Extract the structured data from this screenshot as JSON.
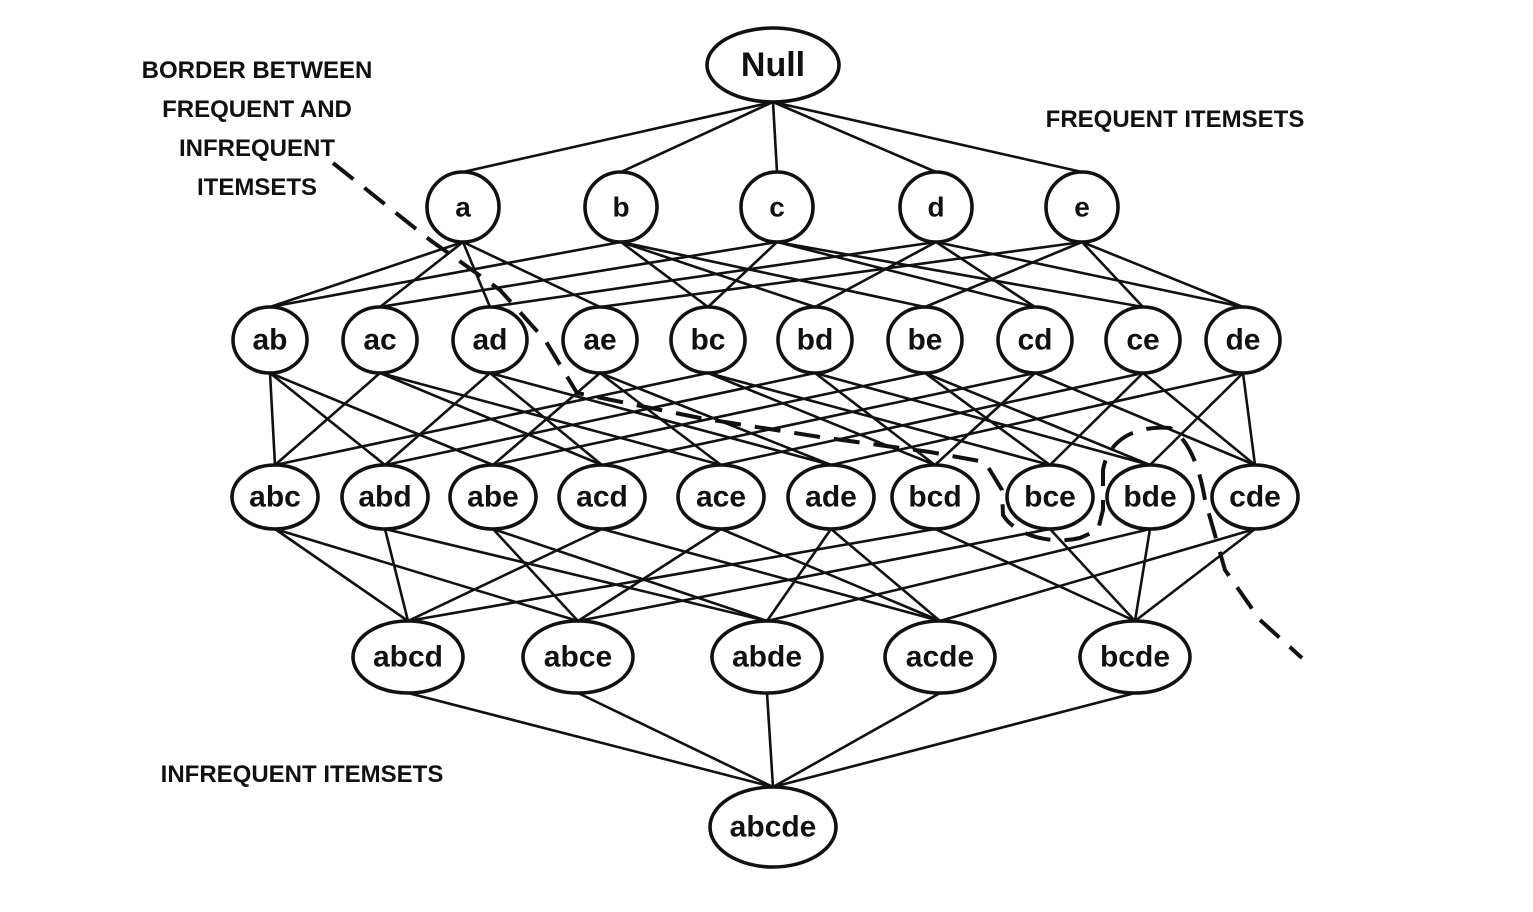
{
  "diagram": {
    "title": "Itemset lattice",
    "annotations": {
      "border_lines": [
        "BORDER BETWEEN",
        "FREQUENT AND",
        "INFREQUENT",
        "ITEMSETS"
      ],
      "frequent": "FREQUENT ITEMSETS",
      "infrequent": "INFREQUENT ITEMSETS"
    },
    "items": [
      "a",
      "b",
      "c",
      "d",
      "e"
    ],
    "root_label": "Null",
    "levels": [
      [
        "Null"
      ],
      [
        "a",
        "b",
        "c",
        "d",
        "e"
      ],
      [
        "ab",
        "ac",
        "ad",
        "ae",
        "bc",
        "bd",
        "be",
        "cd",
        "ce",
        "de"
      ],
      [
        "abc",
        "abd",
        "abe",
        "acd",
        "ace",
        "ade",
        "bcd",
        "bce",
        "bde",
        "cde"
      ],
      [
        "abcd",
        "abce",
        "abde",
        "acde",
        "bcde"
      ],
      [
        "abcde"
      ]
    ],
    "edge_rule": "connect each itemset to every superset that has exactly one more item",
    "border": {
      "style": "dashed",
      "separates": "frequent (above/left) from infrequent (below/right)",
      "encircled_itemset": "bce"
    }
  }
}
